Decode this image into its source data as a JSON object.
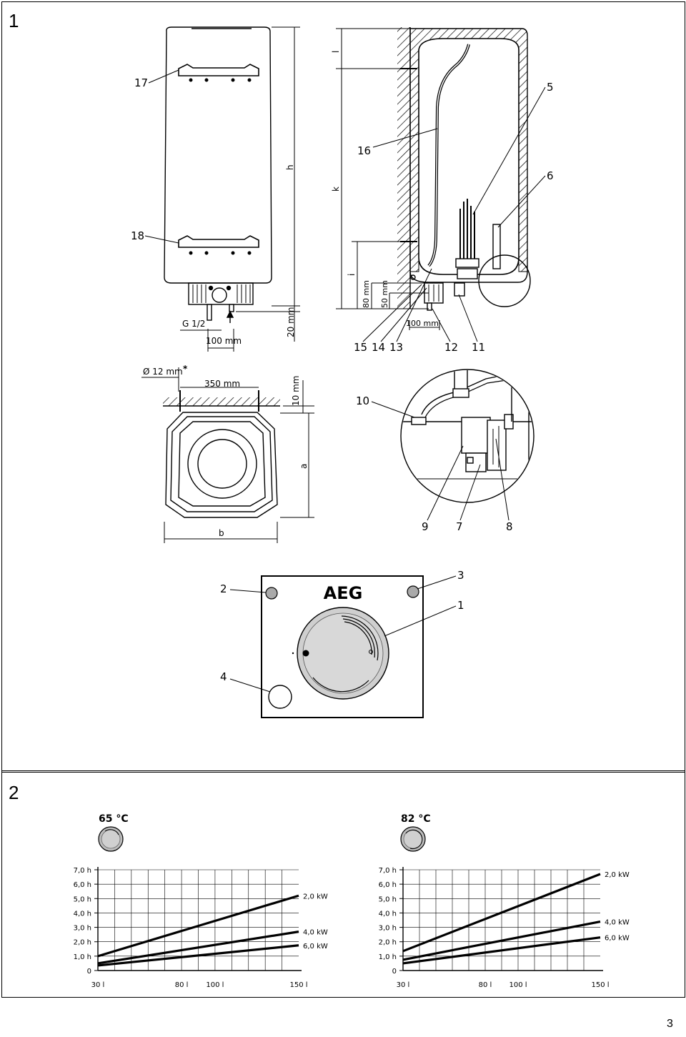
{
  "sections": [
    {
      "number": "1"
    },
    {
      "number": "2"
    }
  ],
  "page_number": "3",
  "figure1": {
    "callouts": {
      "c1": "1",
      "c2": "2",
      "c3": "3",
      "c4": "4",
      "c5": "5",
      "c6": "6",
      "c7": "7",
      "c8": "8",
      "c9": "9",
      "c10": "10",
      "c11": "11",
      "c12": "12",
      "c13": "13",
      "c14": "14",
      "c15": "15",
      "c16": "16",
      "c17": "17",
      "c18": "18"
    },
    "dimensions": {
      "h": "h",
      "k": "k",
      "l": "l",
      "i": "i",
      "a": "a",
      "b": "b",
      "mm80": "80 mm",
      "mm50": "50 mm",
      "mm20": "20 mm",
      "mm100_front": "100 mm",
      "mm100_side": "100 mm",
      "mm350": "350 mm",
      "mm10": "10 mm",
      "g12": "G 1/2",
      "diam12": "Ø 12 mm",
      "asterisk": "*"
    },
    "control_panel": {
      "brand": "AEG"
    }
  },
  "figure2": {
    "temperatures": [
      "65 °C",
      "82 °C"
    ]
  },
  "chart_data": [
    {
      "type": "line",
      "title": "65 °C",
      "x_tick_labels": [
        "30 l",
        "80 l",
        "100 l",
        "150 l"
      ],
      "x_ticks": [
        30,
        80,
        100,
        150
      ],
      "y_tick_labels": [
        "0",
        "1,0 h",
        "2,0 h",
        "3,0 h",
        "4,0 h",
        "5,0 h",
        "6,0 h",
        "7,0 h"
      ],
      "y_ticks": [
        0,
        1,
        2,
        3,
        4,
        5,
        6,
        7
      ],
      "xlim": [
        30,
        150
      ],
      "ylim": [
        0,
        7
      ],
      "grid": true,
      "series": [
        {
          "name": "2,0 kW",
          "x": [
            30,
            150
          ],
          "y": [
            1.0,
            5.2
          ]
        },
        {
          "name": "4,0 kW",
          "x": [
            30,
            150
          ],
          "y": [
            0.5,
            2.7
          ]
        },
        {
          "name": "6,0 kW",
          "x": [
            30,
            150
          ],
          "y": [
            0.35,
            1.75
          ]
        }
      ]
    },
    {
      "type": "line",
      "title": "82 °C",
      "x_tick_labels": [
        "30 l",
        "80 l",
        "100 l",
        "150 l"
      ],
      "x_ticks": [
        30,
        80,
        100,
        150
      ],
      "y_tick_labels": [
        "0",
        "1,0 h",
        "2,0 h",
        "3,0 h",
        "4,0 h",
        "5,0 h",
        "6,0 h",
        "7,0 h"
      ],
      "y_ticks": [
        0,
        1,
        2,
        3,
        4,
        5,
        6,
        7
      ],
      "xlim": [
        30,
        150
      ],
      "ylim": [
        0,
        7
      ],
      "grid": true,
      "series": [
        {
          "name": "2,0 kW",
          "x": [
            30,
            150
          ],
          "y": [
            1.35,
            6.7
          ]
        },
        {
          "name": "4,0 kW",
          "x": [
            30,
            150
          ],
          "y": [
            0.75,
            3.4
          ]
        },
        {
          "name": "6,0 kW",
          "x": [
            30,
            150
          ],
          "y": [
            0.5,
            2.3
          ]
        }
      ]
    }
  ]
}
